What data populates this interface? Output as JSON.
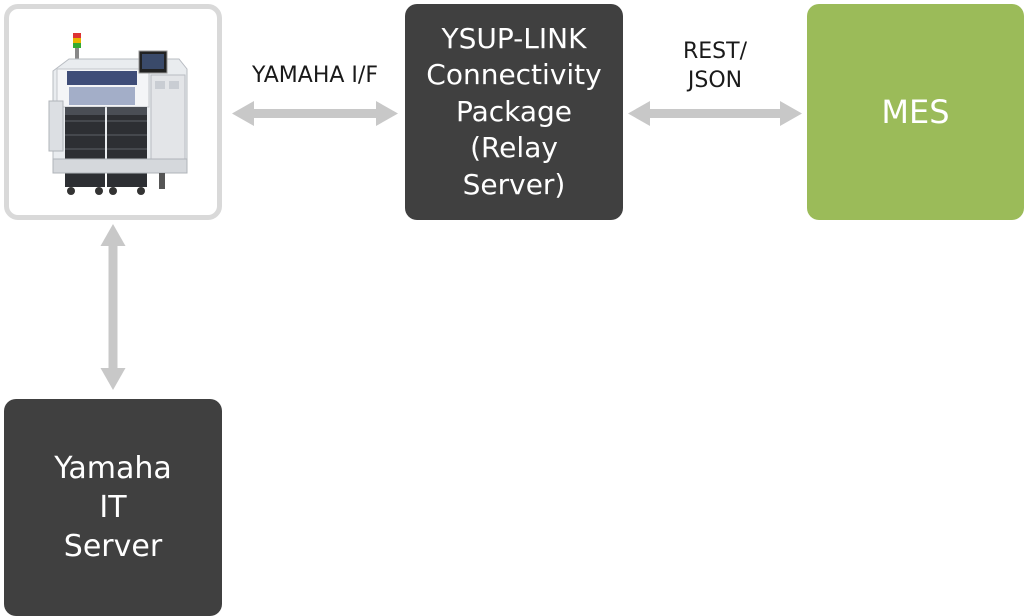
{
  "nodes": {
    "machine": {
      "icon": "smt-mounter-machine-icon"
    },
    "relay_server": {
      "label": "YSUP-LINK\nConnectivity\nPackage\n(Relay\nServer)"
    },
    "mes": {
      "label": "MES"
    },
    "it_server": {
      "label": "Yamaha\nIT\nServer"
    }
  },
  "edges": {
    "machine_to_relay": {
      "label": "YAMAHA I/F"
    },
    "relay_to_mes": {
      "label": "REST/\nJSON"
    },
    "machine_to_it": {
      "label": ""
    }
  },
  "colors": {
    "dark_box": "#404040",
    "mes_box": "#9bbb59",
    "arrow": "#c8c8c8",
    "frame": "#d9d9d9"
  }
}
